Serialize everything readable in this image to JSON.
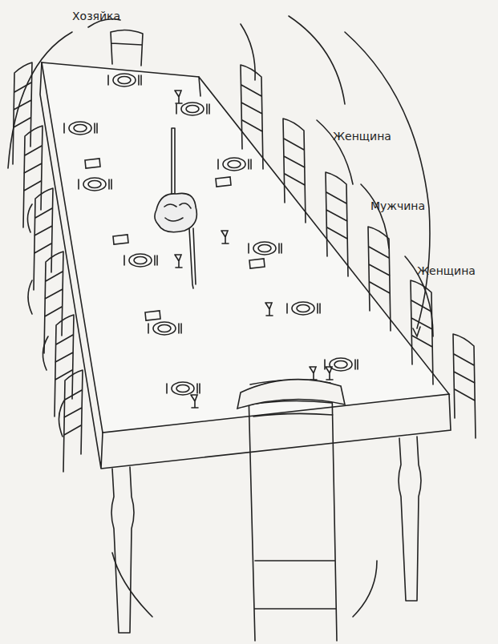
{
  "diagram": {
    "labels": [
      "Хозяйка",
      "Женщина",
      "Мужчина",
      "Женщина"
    ]
  }
}
